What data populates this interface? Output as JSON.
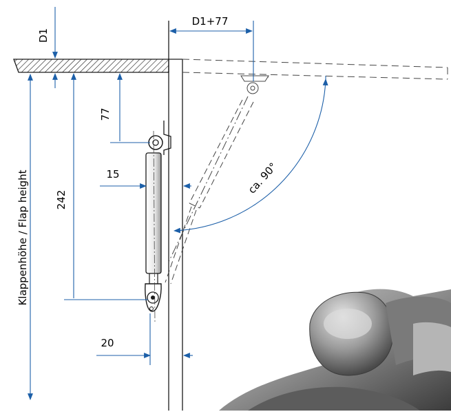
{
  "labels": {
    "d1": "D1",
    "d1_plus_77": "D1+77",
    "dim_77": "77",
    "dim_242": "242",
    "dim_15": "15",
    "dim_20": "20",
    "angle": "ca. 90°",
    "flap_height": "Klappenhöhe / Flap height"
  },
  "colors": {
    "dimension_blue": "#1c5fa8",
    "line": "#1a1a1a",
    "dashed": "#444444"
  }
}
